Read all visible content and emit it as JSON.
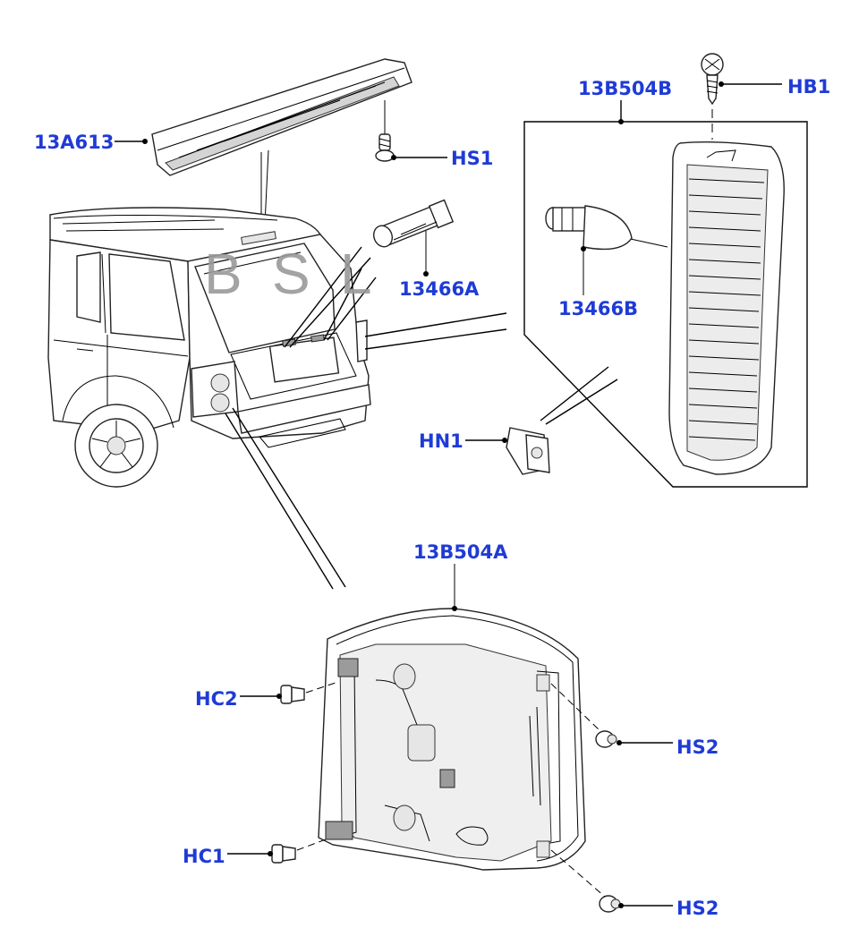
{
  "callouts": {
    "13A613": "13A613",
    "HS1": "HS1",
    "13466A": "13466A",
    "13B504B": "13B504B",
    "HB1": "HB1",
    "13466B": "13466B",
    "HN1": "HN1",
    "13B504A": "13B504A",
    "HC2": "HC2",
    "HS2_upper": "HS2",
    "HC1": "HC1",
    "HS2_lower": "HS2"
  },
  "watermark": [
    "B",
    "S",
    "L"
  ],
  "colors": {
    "callout": "#1f3bd6",
    "line": "#000000"
  },
  "icons": [
    "screw-icon",
    "bulb-icon",
    "clip-icon",
    "push-fastener-icon"
  ]
}
